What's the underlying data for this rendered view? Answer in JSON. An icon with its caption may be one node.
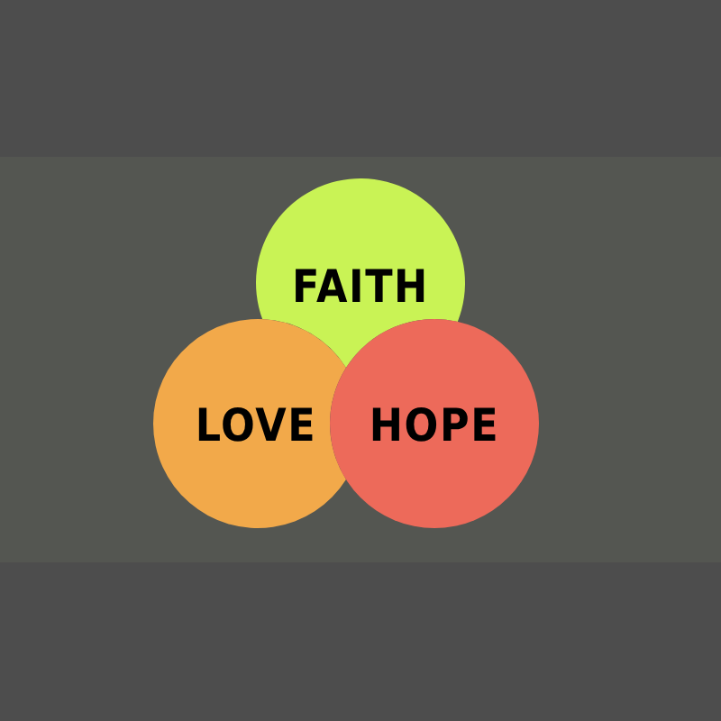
{
  "diagram": {
    "nodes": [
      {
        "text": [
          "FAITH"
        ]
      },
      {
        "text": [
          "LOVE"
        ]
      },
      {
        "text": [
          "HOPE"
        ]
      }
    ]
  }
}
